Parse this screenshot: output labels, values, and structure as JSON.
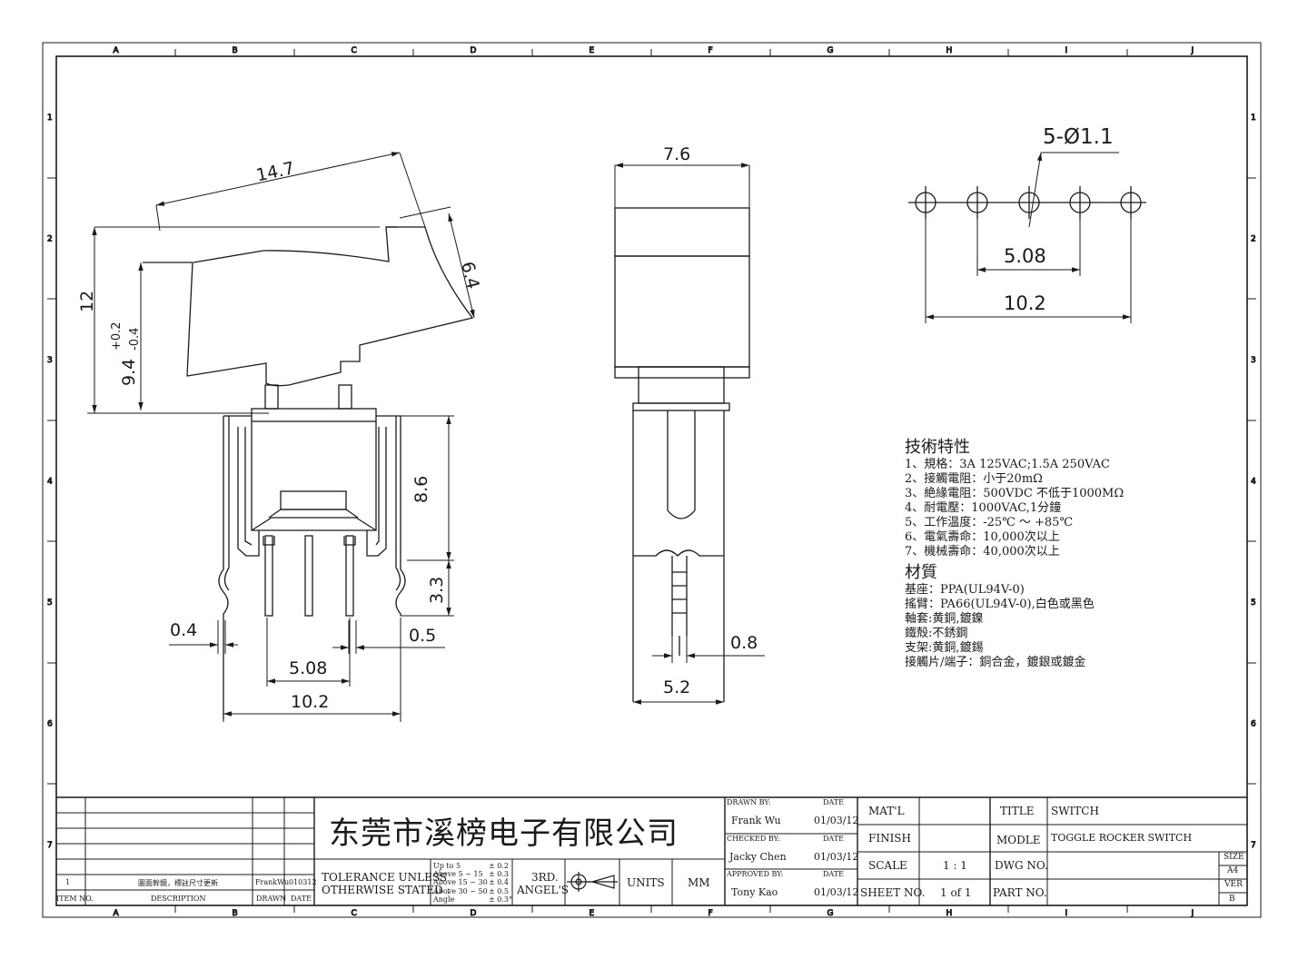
{
  "zones": {
    "cols": [
      "A",
      "B",
      "C",
      "D",
      "E",
      "F",
      "G",
      "H",
      "I",
      "J"
    ],
    "rows": [
      "1",
      "2",
      "3",
      "4",
      "5",
      "6",
      "7"
    ]
  },
  "dimensions": {
    "front_width": "14.7",
    "front_height": "12",
    "front_rocker_height": "9.4",
    "front_rocker_tol_plus": "+0.2",
    "front_rocker_tol_minus": "-0.4",
    "rocker_thickness": "6.4",
    "bracket_height": "8.6",
    "pin_length": "3.3",
    "pin_width": "0.4",
    "bracket_gap": "0.5",
    "pin_pitch": "5.08",
    "pin_span": "10.2",
    "side_width": "7.6",
    "side_pin_width": "0.8",
    "side_bracket_width": "5.2",
    "hole_callout": "5-Ø1.1",
    "hole_pitch": "5.08",
    "hole_span": "10.2"
  },
  "specs": {
    "title": "技術特性",
    "items": [
      "1、規格：3A 125VAC;1.5A 250VAC",
      "2、接觸電阻：小于20mΩ",
      "3、絶緣電阻：500VDC 不低于1000MΩ",
      "4、耐電壓：1000VAC,1分鐘",
      "5、工作温度：-25℃ ～ +85℃",
      "6、電氣壽命：10,000次以上",
      "7、機械壽命：40,000次以上"
    ],
    "material_title": "材質",
    "materials": [
      "基座：PPA(UL94V-0)",
      "搖臂：PA66(UL94V-0),白色或黑色",
      "軸套:黄銅,鍍鎳",
      "鐵殻:不銹鋼",
      "支架:黄銅,鍍錫",
      "接觸片/端子：銅合金，鍍銀或鍍金"
    ]
  },
  "revision": {
    "item_no": "1",
    "description": "圖面幹鏡，標註尺寸更新",
    "drawn": "FrankWu",
    "date": "010312",
    "headers": {
      "item": "ITEM NO.",
      "description": "DESCRIPTION",
      "drawn": "DRAWN",
      "date": "DATE"
    }
  },
  "title_block": {
    "company": "东莞市溪榜电子有限公司",
    "tolerance_label_1": "TOLERANCE UNLESS",
    "tolerance_label_2": "OTHERWISE STATED :",
    "tolerance_ranges": [
      "Up  to  5",
      "Above 5  ~ 15",
      "Above 15 ~ 30",
      "Above 30 ~ 50",
      "Angle"
    ],
    "tolerance_values": [
      "± 0.2",
      "± 0.3",
      "± 0.4",
      "± 0.5",
      "± 0.3°"
    ],
    "projection_1": "3RD.",
    "projection_2": "ANGEL'S",
    "units_label": "UNITS",
    "units_value": "MM",
    "drawn_by_label": "DRAWN BY:",
    "drawn_by": "Frank Wu",
    "checked_by_label": "CHECKED BY:",
    "checked_by": "Jacky Chen",
    "approved_by_label": "APPROVED BY:",
    "approved_by": "Tony Kao",
    "date_label": "DATE",
    "drawn_date": "01/03/12",
    "checked_date": "01/03/12",
    "approved_date": "01/03/12",
    "matl_label": "MAT'L",
    "finish_label": "FINISH",
    "scale_label": "SCALE",
    "scale_value": "1 : 1",
    "sheet_label": "SHEET NO.",
    "sheet_value": "1 of 1",
    "title_label": "TITLE",
    "title_value": "SWITCH",
    "model_label": "MODLE",
    "model_value": "TOGGLE ROCKER SWITCH",
    "dwg_label": "DWG NO.",
    "part_label": "PART NO.",
    "size_label": "SIZE",
    "size_value": "A4",
    "ver_label": "VER",
    "ver_value": "B"
  }
}
